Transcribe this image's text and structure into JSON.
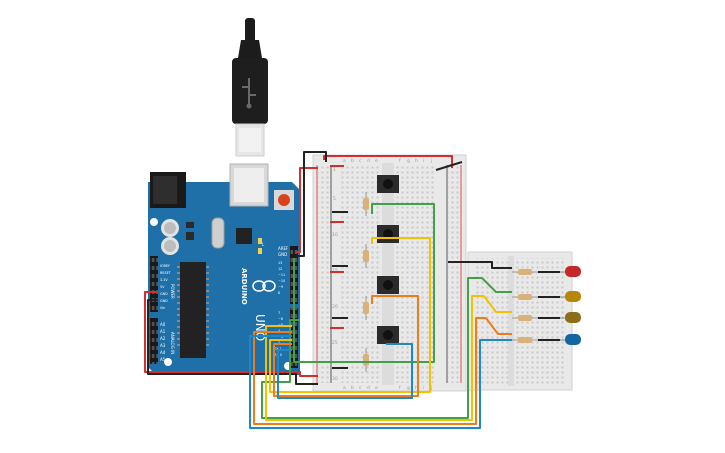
{
  "arduino": {
    "header_left": "AREF",
    "header_left2": "GND",
    "brand": "ARDUINO",
    "model": "UNO",
    "power_pins": [
      "IOREF",
      "RESET",
      "3.3V",
      "5V",
      "GND",
      "GND",
      "Vin"
    ],
    "power_title": "POWER",
    "analog_pins": [
      "A0",
      "A1",
      "A2",
      "A3",
      "A4",
      "A5"
    ],
    "analog_title": "ANALOG IN",
    "digital_pins": [
      "13",
      "12",
      "~11",
      "~10",
      "~9",
      "8",
      "7",
      "~6",
      "~5",
      "4",
      "~3",
      "2",
      "TX 1",
      "RX 0"
    ],
    "led_label": "L"
  },
  "breadboard_main": {
    "columns": [
      "a",
      "b",
      "c",
      "d",
      "e",
      "f",
      "g",
      "h",
      "i",
      "j"
    ],
    "rows_shown": [
      1,
      5,
      10,
      15,
      20,
      25,
      30
    ]
  },
  "leds": {
    "colors": [
      "#c62828",
      "#b8860b",
      "#8d6e1a",
      "#1565a0"
    ]
  },
  "wire_colors": {
    "red": "#d32f2f",
    "black": "#222222",
    "green": "#43a047",
    "yellow": "#f2c200",
    "orange": "#ef7c1a",
    "blue": "#1e88c8"
  }
}
